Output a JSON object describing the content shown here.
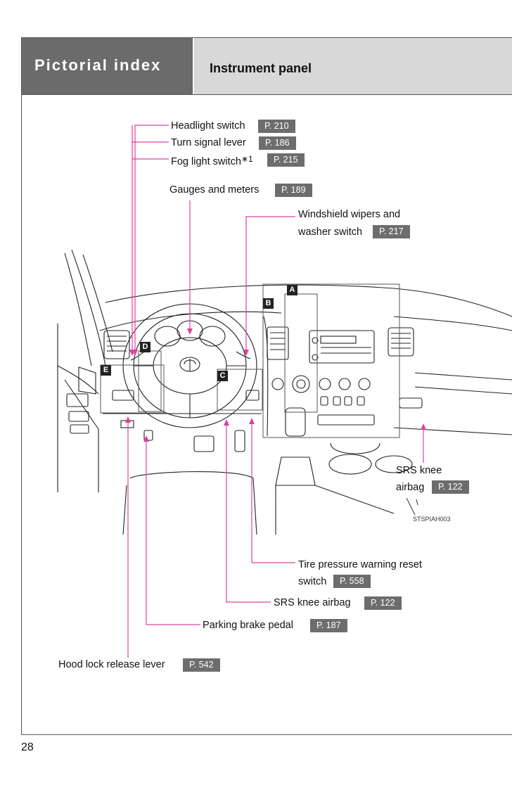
{
  "header": {
    "section": "Pictorial index",
    "title": "Instrument panel"
  },
  "callouts": {
    "headlight": {
      "label": "Headlight switch",
      "page": "P. 210"
    },
    "turn_signal": {
      "label": "Turn signal lever",
      "page": "P. 186"
    },
    "fog": {
      "label": "Fog light switch",
      "note": "∗1",
      "page": "P. 215"
    },
    "gauges": {
      "label": "Gauges and meters",
      "page": "P. 189"
    },
    "wipers": {
      "label_line1": "Windshield wipers and",
      "label_line2": "washer switch",
      "page": "P. 217"
    },
    "srs_knee_right": {
      "label_line1": "SRS knee",
      "label_line2": "airbag",
      "page": "P. 122"
    },
    "tire": {
      "label_line1": "Tire pressure warning reset",
      "label_line2": "switch",
      "page": "P. 558"
    },
    "srs_knee_lower": {
      "label": "SRS knee airbag",
      "page": "P. 122"
    },
    "parking": {
      "label": "Parking brake pedal",
      "page": "P. 187"
    },
    "hood": {
      "label": "Hood lock release lever",
      "page": "P. 542"
    }
  },
  "box_letters": {
    "a": "A",
    "b": "B",
    "c": "C",
    "d": "D",
    "e": "E"
  },
  "image_code": "STSPIAH003",
  "page_number": "28",
  "colors": {
    "leader_line": "#e040a0",
    "page_tag": "#6d6d6d",
    "header_dark": "#6b6b6b",
    "header_light": "#d8d8d8"
  }
}
